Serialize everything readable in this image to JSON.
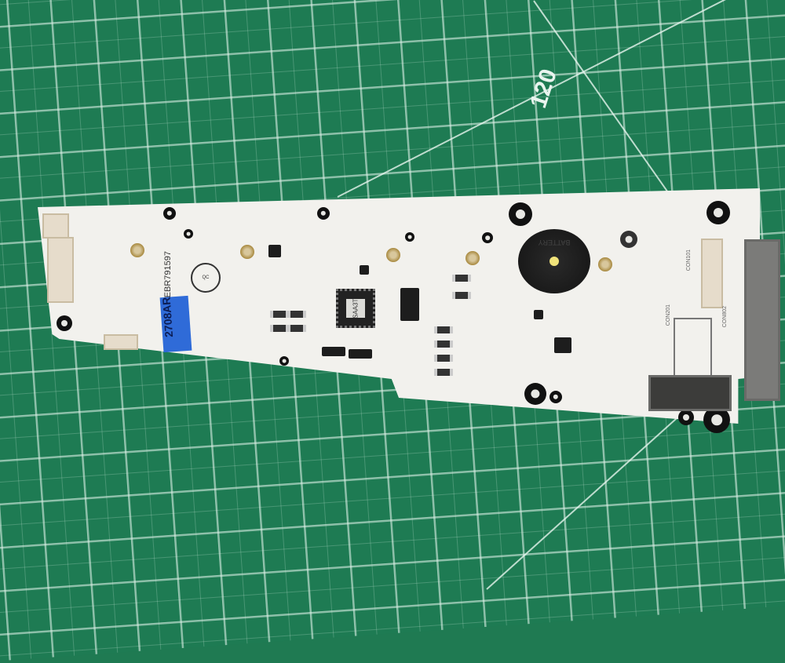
{
  "scene": {
    "description": "Photo of an electronic control/display PCB lying on a green self-healing cutting mat",
    "background": {
      "type": "cutting-mat",
      "color": "#1e7b53",
      "grid_color": "#dcefe5",
      "printed_number": "120"
    },
    "board": {
      "color": "#f2f1ed",
      "part_number": "EBR791597",
      "handwritten_label": {
        "line1": "AR",
        "line2": "2708",
        "tag_color": "#2f6bd8"
      },
      "main_ic_marking": "SAA3T",
      "buzzer_marking": "BATTERY",
      "connectors": [
        "CON101",
        "CON201",
        "CON802"
      ]
    }
  }
}
